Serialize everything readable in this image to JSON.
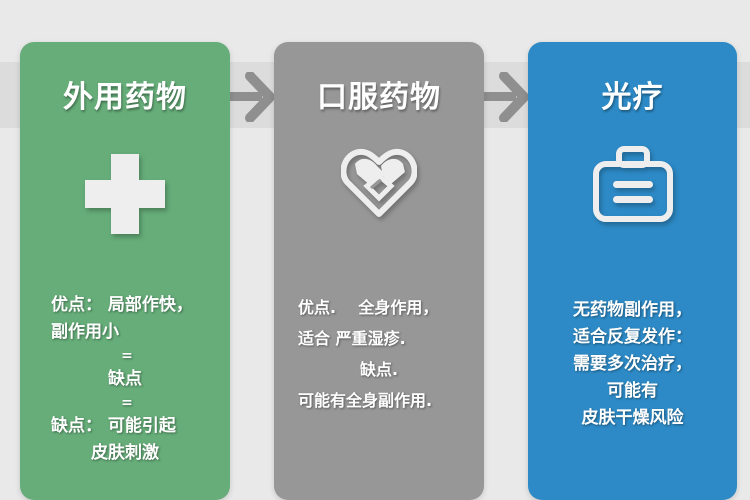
{
  "colors": {
    "background": "#e9e9e9",
    "band": "#dcdcdc",
    "arrow": "#8f8f8f",
    "topical": "#66ad79",
    "oral": "#979797",
    "phototherapy": "#2d8ac6",
    "icon": "#eeeeee"
  },
  "cards": [
    {
      "title": "外用药物",
      "icon": "plus-cross-icon",
      "lines": [
        "优点： 局部作快，",
        "副作用小",
        "=",
        "缺点",
        "=",
        "缺点： 可能引起",
        "皮肤刺激"
      ]
    },
    {
      "title": "口服药物",
      "icon": "heart-hands-icon",
      "lines": [
        "优点.    全身作用，",
        "适合 严重湿疹.",
        "缺点.",
        "可能有全身副作用."
      ]
    },
    {
      "title": "光疗",
      "icon": "case-icon",
      "lines": [
        "无药物副作用，",
        "适合反复发作：",
        "需要多次治疗，",
        "可能有",
        "皮肤干燥风险"
      ]
    }
  ],
  "arrows": [
    "arrow-right-icon",
    "arrow-right-icon"
  ]
}
